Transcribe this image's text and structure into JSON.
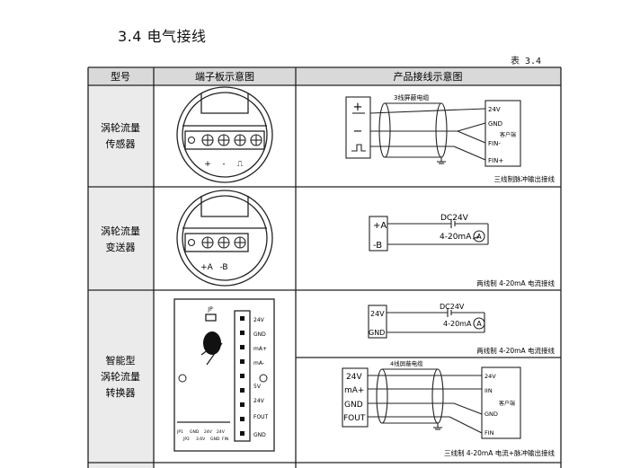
{
  "section_title": "3.4 电气接线",
  "table_no": "表 3.4",
  "headers": {
    "model": "型号",
    "terminal": "端子板示意图",
    "wiring": "产品接线示意图"
  },
  "rows": [
    {
      "model_lines": [
        "涡轮流量",
        "传感器"
      ],
      "terminal_labels": [
        "+",
        "-",
        "⎍"
      ],
      "wiring_terms_left": [
        "+",
        "−",
        "⎍"
      ],
      "wiring_terms_right": [
        "24V",
        "GND",
        "FIN-",
        "FIN+"
      ],
      "cable_label": "3线屏蔽电缆",
      "client_label": "客户端",
      "caption": "三线制脉冲输出接线"
    },
    {
      "model_lines": [
        "涡轮流量",
        "变送器"
      ],
      "terminal_labels": [
        "+A",
        "-B"
      ],
      "wiring_terms_left": [
        "+A",
        "-B"
      ],
      "dc_label": "DC24V",
      "ma_label": "4-20mA",
      "ammeter": "A",
      "caption": "两线制 4-20mA 电流接线"
    },
    {
      "model_lines": [
        "智能型",
        "涡轮流量",
        "转换器"
      ],
      "board_side_labels": [
        "24V",
        "GND",
        "mA+",
        "mA-",
        "",
        "5V",
        "24V",
        "FOUT",
        "GND"
      ],
      "board_bottom_labels": [
        "JP1",
        "JP2",
        "GND",
        "3.6V",
        "24V",
        "GND",
        "24V",
        "FIN"
      ],
      "board_top_label": "JP",
      "sub1": {
        "terms": [
          "24V",
          "GND"
        ],
        "dc_label": "DC24V",
        "ma_label": "4-20mA",
        "ammeter": "A",
        "caption": "两线制 4-20mA 电流接线"
      },
      "sub2": {
        "terms_left": [
          "24V",
          "mA+",
          "GND",
          "FOUT"
        ],
        "terms_right": [
          "24V",
          "IIN",
          "GND",
          "FIN"
        ],
        "cable_label": "4线屏蔽电缆",
        "client_label": "客户端",
        "caption": "三线制 4-20mA 电流+脉冲输出接线"
      }
    }
  ]
}
